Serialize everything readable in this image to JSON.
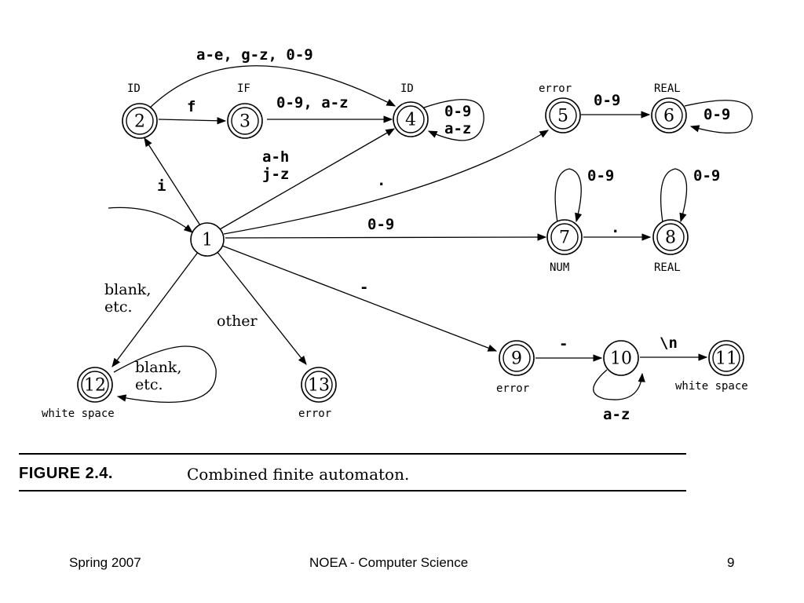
{
  "diagram": {
    "states": [
      {
        "id": "1",
        "label": "1",
        "accepting": false
      },
      {
        "id": "2",
        "label": "2",
        "accepting": true,
        "tag": "ID"
      },
      {
        "id": "3",
        "label": "3",
        "accepting": true,
        "tag": "IF"
      },
      {
        "id": "4",
        "label": "4",
        "accepting": true,
        "tag": "ID"
      },
      {
        "id": "5",
        "label": "5",
        "accepting": true,
        "tag": "error"
      },
      {
        "id": "6",
        "label": "6",
        "accepting": true,
        "tag": "REAL"
      },
      {
        "id": "7",
        "label": "7",
        "accepting": true,
        "tag": "NUM"
      },
      {
        "id": "8",
        "label": "8",
        "accepting": true,
        "tag": "REAL"
      },
      {
        "id": "9",
        "label": "9",
        "accepting": true,
        "tag": "error"
      },
      {
        "id": "10",
        "label": "10",
        "accepting": false
      },
      {
        "id": "11",
        "label": "11",
        "accepting": true,
        "tag": "white space"
      },
      {
        "id": "12",
        "label": "12",
        "accepting": true,
        "tag": "white space"
      },
      {
        "id": "13",
        "label": "13",
        "accepting": true,
        "tag": "error"
      }
    ],
    "transitions": {
      "t2_4": "a-e, g-z, 0-9",
      "t2_3": "f",
      "t3_4": "0-9, a-z",
      "t4_4_a": "0-9",
      "t4_4_b": "a-z",
      "t1_2": "i",
      "t1_4_a": "a-h",
      "t1_4_b": "j-z",
      "t1_5": ".",
      "t5_6": "0-9",
      "t6_6": "0-9",
      "t7_7": "0-9",
      "t8_8": "0-9",
      "t1_7": "0-9",
      "t7_8": ".",
      "t1_9": "-",
      "t9_10": "-",
      "t10_11": "\\n",
      "t10_10": "a-z",
      "t1_12_a": "blank,",
      "t1_12_b": "etc.",
      "t12_12_a": "blank,",
      "t12_12_b": "etc.",
      "t1_13": "other"
    }
  },
  "caption": {
    "label": "FIGURE 2.4.",
    "text": "Combined finite automaton."
  },
  "footer": {
    "left": "Spring 2007",
    "center": "NOEA - Computer Science",
    "right": "9"
  }
}
